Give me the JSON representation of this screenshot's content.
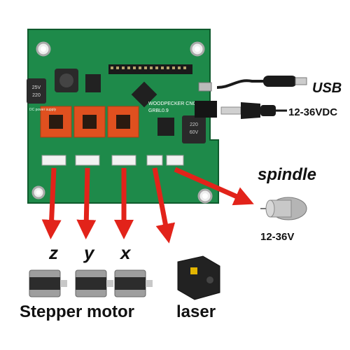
{
  "board": {
    "silkscreen_model": "WOODPECKER CNC",
    "silkscreen_fw": "GRBL0.9",
    "cap_text_a": "25V",
    "cap_text_b": "220",
    "cap_text_c": "60V",
    "chip_label": "DC power supply"
  },
  "connectors": {
    "usb_label": "USB",
    "dc_label": "12-36VDC"
  },
  "outputs": {
    "axes": [
      "z",
      "y",
      "x"
    ],
    "stepper_label": "Stepper motor",
    "laser_label": "laser",
    "spindle_label": "spindle",
    "spindle_voltage": "12-36V"
  },
  "colors": {
    "pcb": "#1e8a4a",
    "arrow": "#e2231a",
    "driver": "#e0501f",
    "header": "#1a1a1a"
  },
  "icons": [
    "usb-cable-icon",
    "dc-plug-icon",
    "stepper-motor-icon",
    "laser-module-icon",
    "spindle-motor-icon"
  ]
}
